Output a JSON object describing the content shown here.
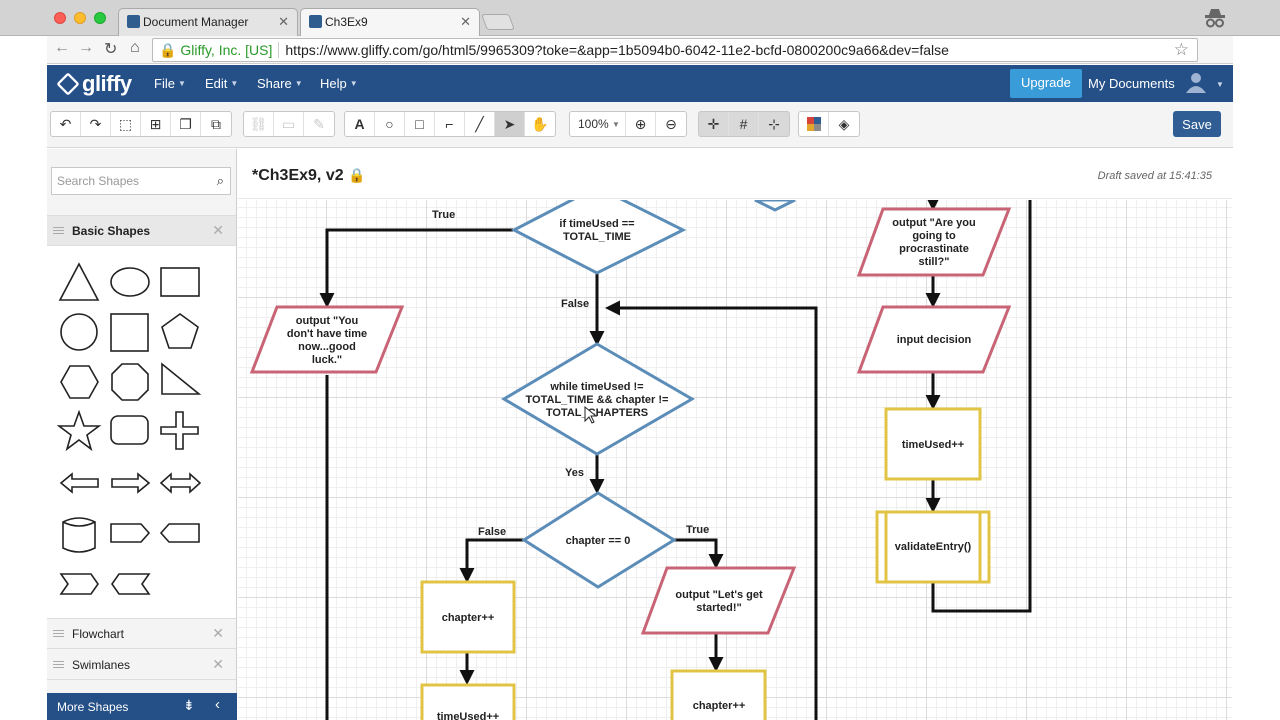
{
  "browser": {
    "tabs": [
      {
        "title": "Document Manager",
        "active": false
      },
      {
        "title": "Ch3Ex9",
        "active": true
      }
    ],
    "address": {
      "ev_label": "Gliffy, Inc. [US]",
      "url": "https://www.gliffy.com/go/html5/9965309?toke=&app=1b5094b0-6042-11e2-bcfd-0800200c9a66&dev=false"
    }
  },
  "header": {
    "logo": "gliffy",
    "menus": [
      "File",
      "Edit",
      "Share",
      "Help"
    ],
    "upgrade": "Upgrade",
    "my_documents": "My Documents"
  },
  "toolbar": {
    "zoom": "100%",
    "save": "Save"
  },
  "sidebar": {
    "search_placeholder": "Search Shapes",
    "basic_shapes": "Basic Shapes",
    "panels": [
      "Flowchart",
      "Swimlanes"
    ],
    "more_shapes": "More Shapes"
  },
  "document": {
    "title": "*Ch3Ex9, v2",
    "draft_status": "Draft saved at 15:41:35"
  },
  "diagram": {
    "nodes": {
      "if_time": [
        "if timeUsed ==",
        "TOTAL_TIME"
      ],
      "out_no_time": [
        "output \"You",
        "don't have time",
        "now...good",
        "luck.\""
      ],
      "while_loop": [
        "while timeUsed !=",
        "TOTAL_TIME && chapter !=",
        "TOTAL_CHAPTERS"
      ],
      "chapter_zero": [
        "chapter == 0"
      ],
      "chapter_inc_left": [
        "chapter++"
      ],
      "time_inc_left": [
        "timeUsed++"
      ],
      "out_started": [
        "output \"Let's get",
        "started!\""
      ],
      "chapter_inc_right": [
        "chapter++"
      ],
      "out_procrastinate": [
        "output \"Are you",
        "going to",
        "procrastinate",
        "still?\""
      ],
      "input_decision": [
        "input decision"
      ],
      "time_inc_right": [
        "timeUsed++"
      ],
      "validate": [
        "validateEntry()"
      ]
    },
    "edge_labels": {
      "true_top": "True",
      "false_top": "False",
      "yes": "Yes",
      "false_bottom": "False",
      "true_bottom": "True"
    },
    "colors": {
      "decision": "#5b8db8",
      "io": "#c86475",
      "process": "#e2c444",
      "edge": "#111111"
    }
  }
}
